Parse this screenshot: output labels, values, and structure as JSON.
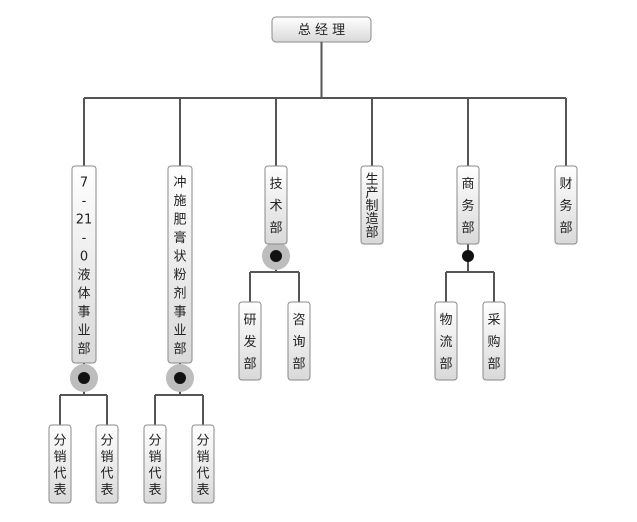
{
  "root": {
    "label": "总 经 理"
  },
  "departments": [
    {
      "id": "d1",
      "label": "7-21-0液体事业部",
      "chars": [
        "7",
        "-",
        "21",
        "-",
        "0",
        "液",
        "体",
        "事",
        "业",
        "部"
      ],
      "children": [
        {
          "label": "分销代表",
          "chars": [
            "分",
            "销",
            "代",
            "表"
          ]
        },
        {
          "label": "分销代表",
          "chars": [
            "分",
            "销",
            "代",
            "表"
          ]
        }
      ]
    },
    {
      "id": "d2",
      "label": "冲施肥膏状粉剂事业部",
      "chars": [
        "冲",
        "施",
        "肥",
        "膏",
        "状",
        "粉",
        "剂",
        "事",
        "业",
        "部"
      ],
      "children": [
        {
          "label": "分销代表",
          "chars": [
            "分",
            "销",
            "代",
            "表"
          ]
        },
        {
          "label": "分销代表",
          "chars": [
            "分",
            "销",
            "代",
            "表"
          ]
        }
      ]
    },
    {
      "id": "d3",
      "label": "技术部",
      "chars": [
        "技",
        "术",
        "部"
      ],
      "children": [
        {
          "label": "研发部",
          "chars": [
            "研",
            "发",
            "部"
          ]
        },
        {
          "label": "咨询部",
          "chars": [
            "咨",
            "询",
            "部"
          ]
        }
      ]
    },
    {
      "id": "d4",
      "label": "生产制造部",
      "chars": [
        "生",
        "产",
        "制",
        "造",
        "部"
      ],
      "children": []
    },
    {
      "id": "d5",
      "label": "商务部",
      "chars": [
        "商",
        "务",
        "部"
      ],
      "children": [
        {
          "label": "物流部",
          "chars": [
            "物",
            "流",
            "部"
          ]
        },
        {
          "label": "采购部",
          "chars": [
            "采",
            "购",
            "部"
          ]
        }
      ]
    },
    {
      "id": "d6",
      "label": "财务部",
      "chars": [
        "财",
        "务",
        "部"
      ],
      "children": []
    }
  ],
  "colors": {
    "box_top": "#ffffff",
    "box_bottom": "#d9d9d9",
    "line": "#555555",
    "halo": "#bdbdbd",
    "dot": "#111111"
  }
}
